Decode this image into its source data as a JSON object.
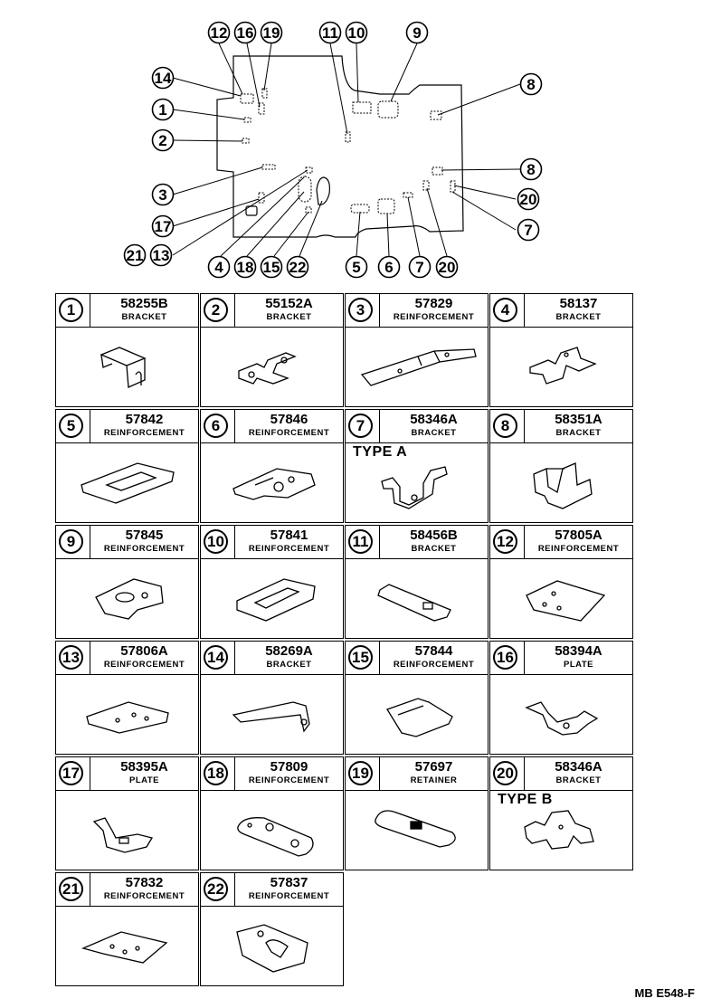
{
  "callouts": {
    "c1": "1",
    "c2": "2",
    "c3": "3",
    "c4": "4",
    "c5": "5",
    "c6": "6",
    "c7a": "7",
    "c7b": "7",
    "c8a": "8",
    "c8b": "8",
    "c9": "9",
    "c10": "10",
    "c11": "11",
    "c12": "12",
    "c13": "13",
    "c14": "14",
    "c15": "15",
    "c16": "16",
    "c17": "17",
    "c18": "18",
    "c19": "19",
    "c20a": "20",
    "c20b": "20",
    "c21": "21",
    "c22": "22"
  },
  "parts": [
    {
      "no": "1",
      "part": "58255B",
      "name": "BRACKET"
    },
    {
      "no": "2",
      "part": "55152A",
      "name": "BRACKET"
    },
    {
      "no": "3",
      "part": "57829",
      "name": "REINFORCEMENT"
    },
    {
      "no": "4",
      "part": "58137",
      "name": "BRACKET"
    },
    {
      "no": "5",
      "part": "57842",
      "name": "REINFORCEMENT"
    },
    {
      "no": "6",
      "part": "57846",
      "name": "REINFORCEMENT"
    },
    {
      "no": "7",
      "part": "58346A",
      "name": "BRACKET",
      "type_label": "TYPE A"
    },
    {
      "no": "8",
      "part": "58351A",
      "name": "BRACKET"
    },
    {
      "no": "9",
      "part": "57845",
      "name": "REINFORCEMENT"
    },
    {
      "no": "10",
      "part": "57841",
      "name": "REINFORCEMENT"
    },
    {
      "no": "11",
      "part": "58456B",
      "name": "BRACKET"
    },
    {
      "no": "12",
      "part": "57805A",
      "name": "REINFORCEMENT"
    },
    {
      "no": "13",
      "part": "57806A",
      "name": "REINFORCEMENT"
    },
    {
      "no": "14",
      "part": "58269A",
      "name": "BRACKET"
    },
    {
      "no": "15",
      "part": "57844",
      "name": "REINFORCEMENT"
    },
    {
      "no": "16",
      "part": "58394A",
      "name": "PLATE"
    },
    {
      "no": "17",
      "part": "58395A",
      "name": "PLATE"
    },
    {
      "no": "18",
      "part": "57809",
      "name": "REINFORCEMENT"
    },
    {
      "no": "19",
      "part": "57697",
      "name": "RETAINER"
    },
    {
      "no": "20",
      "part": "58346A",
      "name": "BRACKET",
      "type_label": "TYPE B"
    },
    {
      "no": "21",
      "part": "57832",
      "name": "REINFORCEMENT"
    },
    {
      "no": "22",
      "part": "57837",
      "name": "REINFORCEMENT"
    }
  ],
  "footer": "MB E548-F"
}
